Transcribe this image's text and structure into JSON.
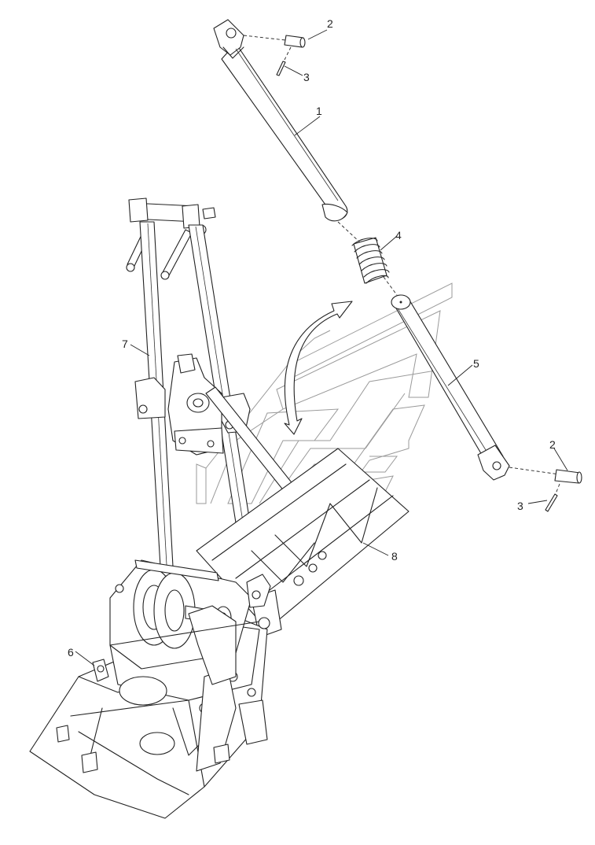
{
  "callouts": [
    {
      "id": "c1",
      "label": "1"
    },
    {
      "id": "c2a",
      "label": "2"
    },
    {
      "id": "c3a",
      "label": "3"
    },
    {
      "id": "c4",
      "label": "4"
    },
    {
      "id": "c5",
      "label": "5"
    },
    {
      "id": "c2b",
      "label": "2"
    },
    {
      "id": "c3b",
      "label": "3"
    },
    {
      "id": "c6",
      "label": "6"
    },
    {
      "id": "c7",
      "label": "7"
    },
    {
      "id": "c8",
      "label": "8"
    }
  ]
}
